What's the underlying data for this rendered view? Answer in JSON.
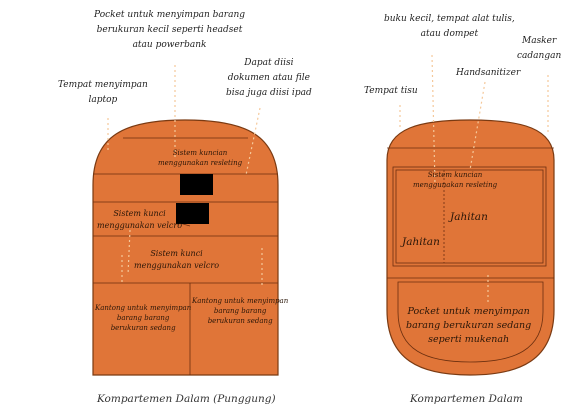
{
  "colors": {
    "bag_fill": "#E07538",
    "bag_outline": "#7A3A12",
    "inner_line": "#6B2F0F",
    "leader": "#F5C89A",
    "buckle": "#000000"
  },
  "left_panel": {
    "caption": "Kompartemen Dalam (Punggung)",
    "labels": {
      "laptop": [
        "Tempat menyimpan",
        "laptop"
      ],
      "pocket_small": [
        "Pocket untuk menyimpan barang",
        "berukuran kecil seperti headset",
        "atau powerbank"
      ],
      "documents": [
        "Dapat diisi",
        "dokumen atau file",
        "bisa juga diisi ipad"
      ],
      "zipper_lock": [
        "Sistem kuncian",
        "menggunakan resleting"
      ],
      "velcro_lock_1": [
        "Sistem kunci",
        "menggunakan velcro"
      ],
      "velcro_lock_2": [
        "Sistem kunci",
        "menggunakan velcro"
      ],
      "pocket_left": [
        "Kantong untuk menyimpan",
        "barang barang",
        "berukuran sedang"
      ],
      "pocket_right": [
        "Kantong untuk menyimpan",
        "barang barang",
        "berukuran sedang"
      ]
    },
    "icons": [
      "velcro-buckle-top-icon",
      "velcro-buckle-bottom-icon"
    ]
  },
  "right_panel": {
    "caption": "Kompartemen Dalam",
    "labels": {
      "stationery": [
        "buku kecil, tempat alat tulis,",
        "atau dompet"
      ],
      "mask": [
        "Masker",
        "cadangan"
      ],
      "sanitizer": [
        "Handsanitizer"
      ],
      "tissue": [
        "Tempat tisu"
      ],
      "zipper_lock": [
        "Sistem kuncian",
        "menggunakan resleting"
      ],
      "stitch_1": [
        "Jahitan"
      ],
      "stitch_2": [
        "Jahitan"
      ],
      "pocket_medium": [
        "Pocket untuk menyimpan",
        "barang berukuran sedang",
        "seperti mukenah"
      ]
    }
  }
}
